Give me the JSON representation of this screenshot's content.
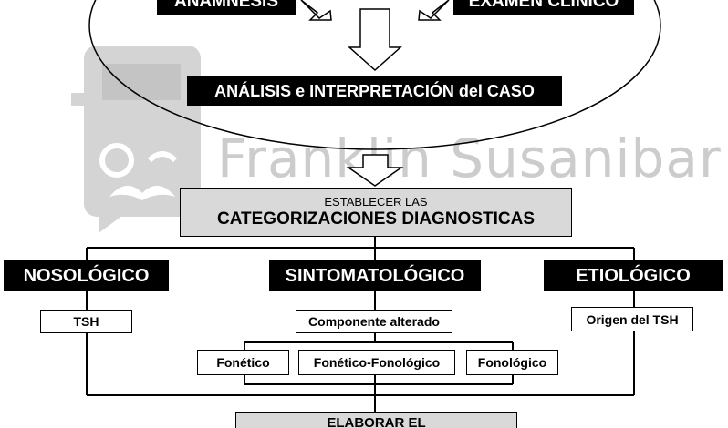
{
  "colors": {
    "dark_box": "#000000",
    "dark_text": "#ffffff",
    "gray_box": "#d9d9d9",
    "watermark": "#d0d0d0",
    "line": "#000000"
  },
  "top_section": {
    "anamnesis": "ANAMNESIS",
    "examen_clinico": "EXAMEN CLÍNICO",
    "analisis": "ANÁLISIS e INTERPRETACIÓN del CASO"
  },
  "watermark": {
    "text": "Franklin Susanibar",
    "icon": "franklin-avatar-icon"
  },
  "establish": {
    "line1": "ESTABLECER LAS",
    "line2": "CATEGORIZACIONES DIAGNOSTICAS"
  },
  "categories": {
    "nosologico": "NOSOLÓGICO",
    "sintomatologico": "SINTOMATOLÓGICO",
    "etiologico": "ETIOLÓGICO"
  },
  "sub": {
    "tsh": "TSH",
    "componente": "Componente alterado",
    "origen": "Origen del TSH"
  },
  "components": {
    "fonetico": "Fonético",
    "fonetico_fonologico": "Fonético-Fonológico",
    "fonologico": "Fonológico"
  },
  "bottom": {
    "elaborar": "ELABORAR EL"
  }
}
